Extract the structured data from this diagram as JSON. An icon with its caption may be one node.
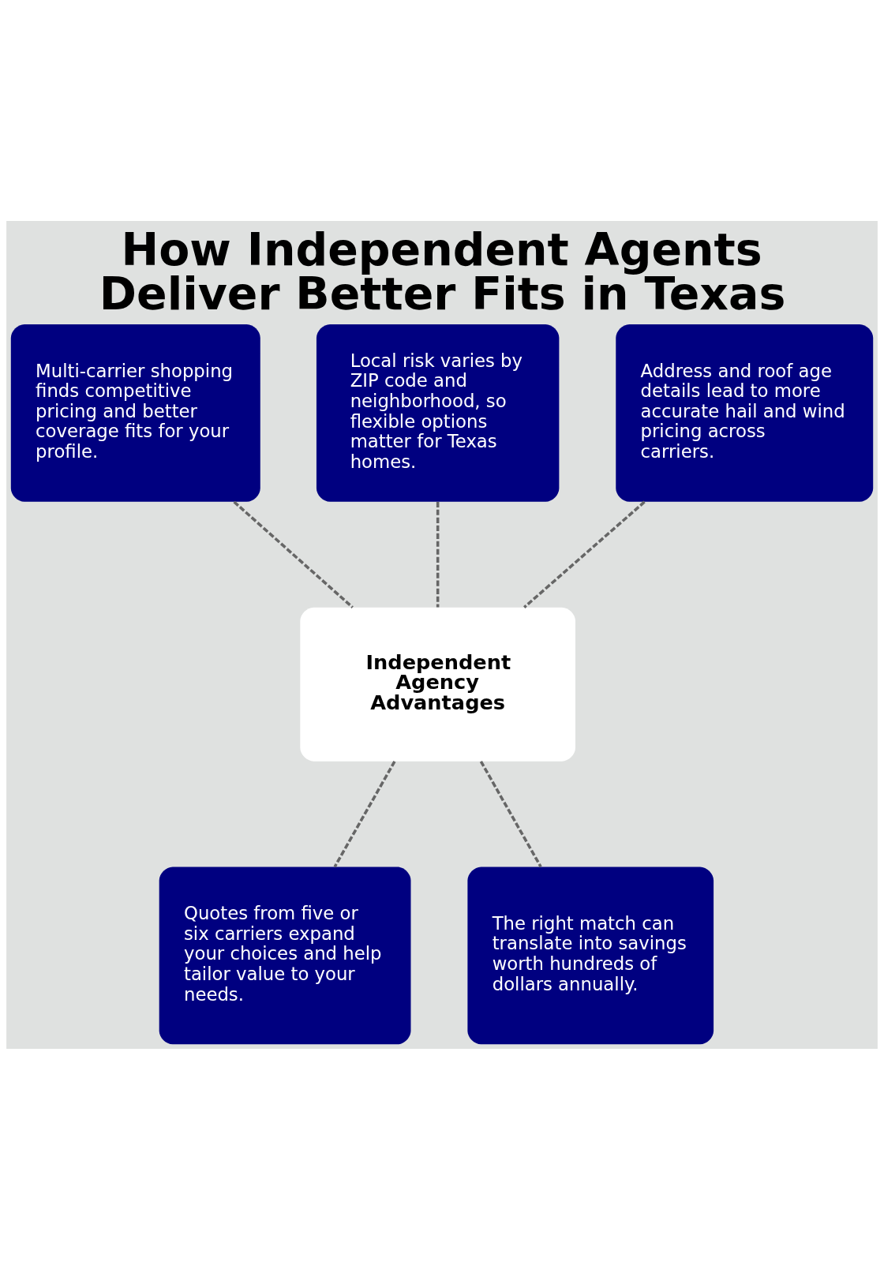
{
  "diagram": {
    "title": "How Independent Agents Deliver Better Fits in Texas",
    "nodes": [
      {
        "text": [
          "Multi-carrier shopping finds competitive pricing and better coverage fits for your profile."
        ]
      },
      {
        "text": [
          "Local risk varies by ZIP code and neighborhood, so flexible options matter for Texas homes."
        ]
      },
      {
        "text": [
          "Address and roof age details lead to more accurate hail and wind pricing across carriers."
        ]
      },
      {
        "text": [
          "Independent Agency Advantages"
        ]
      },
      {
        "text": [
          "Quotes from five or six carriers expand your choices and help tailor value to your needs."
        ]
      },
      {
        "text": [
          "The right match can translate into savings worth hundreds of dollars annually."
        ]
      }
    ],
    "edges": [
      {
        "from": 0,
        "to": 3,
        "arrow": "none",
        "style": "dashed"
      },
      {
        "from": 1,
        "to": 3,
        "arrow": "none",
        "style": "dashed"
      },
      {
        "from": 2,
        "to": 3,
        "arrow": "none",
        "style": "dashed"
      },
      {
        "from": 3,
        "to": 4,
        "arrow": "none",
        "style": "dashed"
      },
      {
        "from": 3,
        "to": 5,
        "arrow": "none",
        "style": "dashed"
      }
    ]
  }
}
